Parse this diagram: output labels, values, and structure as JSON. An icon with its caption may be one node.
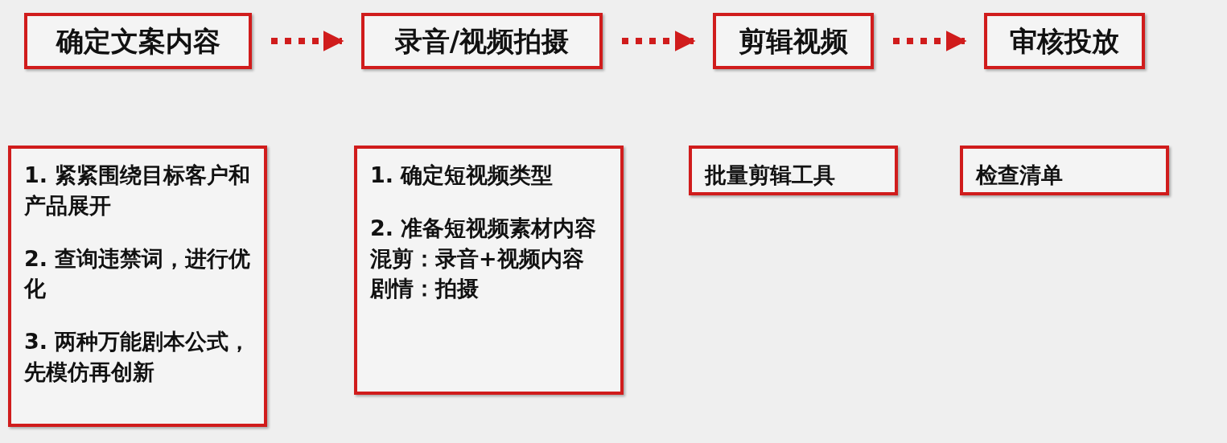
{
  "diagram": {
    "nodes": [
      {
        "text": [
          "确定文案内容"
        ]
      },
      {
        "text": [
          "录音/视频拍摄"
        ]
      },
      {
        "text": [
          "剪辑视频"
        ]
      },
      {
        "text": [
          "审核投放"
        ]
      },
      {
        "text": [
          "1. 紧紧围绕目标客户和产品展开",
          "2. 查询违禁词，进行优化",
          "3. 两种万能剧本公式，先模仿再创新"
        ]
      },
      {
        "text": [
          "1. 确定短视频类型",
          "2. 准备短视频素材内容",
          "混剪：录音+视频内容",
          "剧情：拍摄"
        ]
      },
      {
        "text": [
          "批量剪辑工具"
        ]
      },
      {
        "text": [
          "检查清单"
        ]
      }
    ],
    "edges": [
      {
        "from": 0,
        "to": 1,
        "arrow": "to",
        "style": "dashed"
      },
      {
        "from": 1,
        "to": 2,
        "arrow": "to",
        "style": "dashed"
      },
      {
        "from": 2,
        "to": 3,
        "arrow": "to",
        "style": "dashed"
      }
    ]
  }
}
